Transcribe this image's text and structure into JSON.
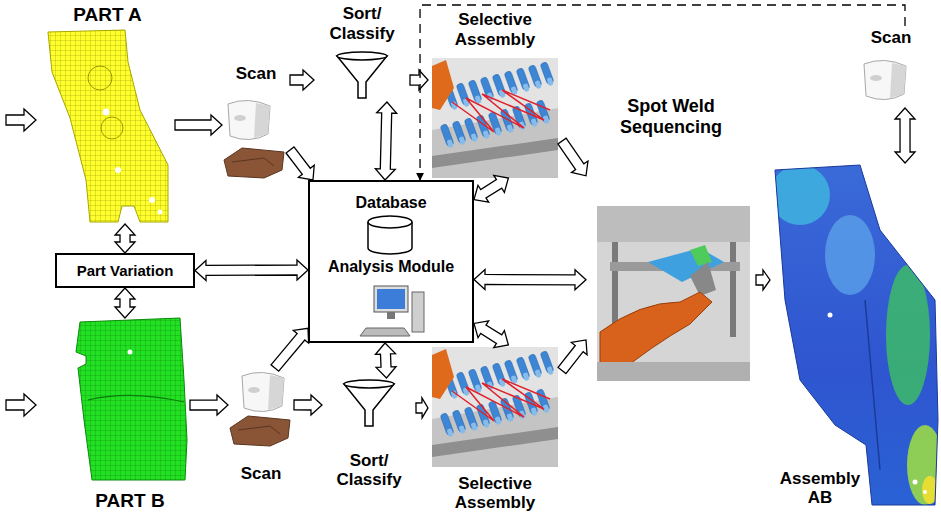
{
  "diagram": {
    "nodes": [
      {
        "text": [
          "PART A"
        ]
      },
      {
        "text": [
          "Scan"
        ]
      },
      {
        "text": [
          "Sort/ Classify"
        ]
      },
      {
        "text": [
          "Selective Assembly"
        ]
      },
      {
        "text": [
          "Spot Weld Sequencing"
        ]
      },
      {
        "text": [
          "Scan"
        ]
      },
      {
        "text": [
          "Assembly AB"
        ]
      },
      {
        "text": [
          "Part Variation"
        ]
      },
      {
        "text": [
          "Database",
          "Analysis Module"
        ]
      },
      {
        "text": [
          "PART B"
        ]
      },
      {
        "text": [
          "Scan"
        ]
      },
      {
        "text": [
          "Sort/ Classify"
        ]
      },
      {
        "text": [
          "Selective Assembly"
        ]
      }
    ],
    "edges": [
      {
        "from": 0,
        "to": 1,
        "arrow": "to"
      },
      {
        "from": 1,
        "to": 2,
        "arrow": "to"
      },
      {
        "from": 2,
        "to": 3,
        "arrow": "to"
      },
      {
        "from": 3,
        "to": 4,
        "arrow": "to"
      },
      {
        "from": 4,
        "to": 6,
        "arrow": "to"
      },
      {
        "from": 5,
        "to": 6,
        "arrow": "both"
      },
      {
        "from": 0,
        "to": 7,
        "arrow": "both"
      },
      {
        "from": 7,
        "to": 9,
        "arrow": "both"
      },
      {
        "from": 7,
        "to": 8,
        "arrow": "both"
      },
      {
        "from": 1,
        "to": 8,
        "arrow": "to"
      },
      {
        "from": 2,
        "to": 8,
        "arrow": "both"
      },
      {
        "from": 8,
        "to": 3,
        "arrow": "both"
      },
      {
        "from": 8,
        "to": 4,
        "arrow": "both"
      },
      {
        "from": 8,
        "to": 12,
        "arrow": "both"
      },
      {
        "from": 8,
        "to": 11,
        "arrow": "both"
      },
      {
        "from": 10,
        "to": 8,
        "arrow": "to"
      },
      {
        "from": 9,
        "to": 10,
        "arrow": "to"
      },
      {
        "from": 10,
        "to": 11,
        "arrow": "to"
      },
      {
        "from": 11,
        "to": 12,
        "arrow": "to"
      },
      {
        "from": 12,
        "to": 4,
        "arrow": "to"
      },
      {
        "from": 5,
        "to": 8,
        "arrow": "to"
      }
    ]
  }
}
